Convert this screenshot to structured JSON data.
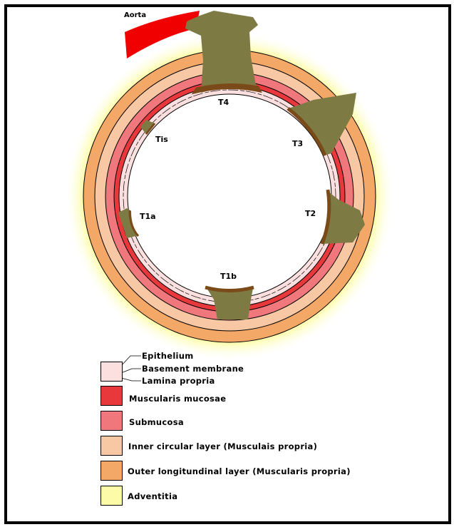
{
  "title_labels": {
    "aorta": "Aorta"
  },
  "stages": [
    {
      "id": "T4",
      "label": "T4"
    },
    {
      "id": "T3",
      "label": "T3"
    },
    {
      "id": "Tis",
      "label": "Tis"
    },
    {
      "id": "T2",
      "label": "T2"
    },
    {
      "id": "T1a",
      "label": "T1a"
    },
    {
      "id": "T1b",
      "label": "T1b"
    }
  ],
  "legend": {
    "mucosa_labels": [
      "Epithelium",
      "Basement membrane",
      "Lamina propria"
    ],
    "items": [
      {
        "label": "Muscularis mucosae",
        "color": "#e8383c"
      },
      {
        "label": "Submucosa",
        "color": "#f0787c"
      },
      {
        "label": "Inner circular layer (Musculais propria)",
        "color": "#f8c8a4"
      },
      {
        "label": "Outer longitundinal layer (Muscularis propria)",
        "color": "#f4a868"
      },
      {
        "label": "Adventitia",
        "color": "#fcfca8"
      }
    ]
  },
  "colors": {
    "tumor": "#7e7a44",
    "tumor_edge": "#7a4a18",
    "aorta": "#f00000",
    "lamina": "#fce0e0"
  }
}
